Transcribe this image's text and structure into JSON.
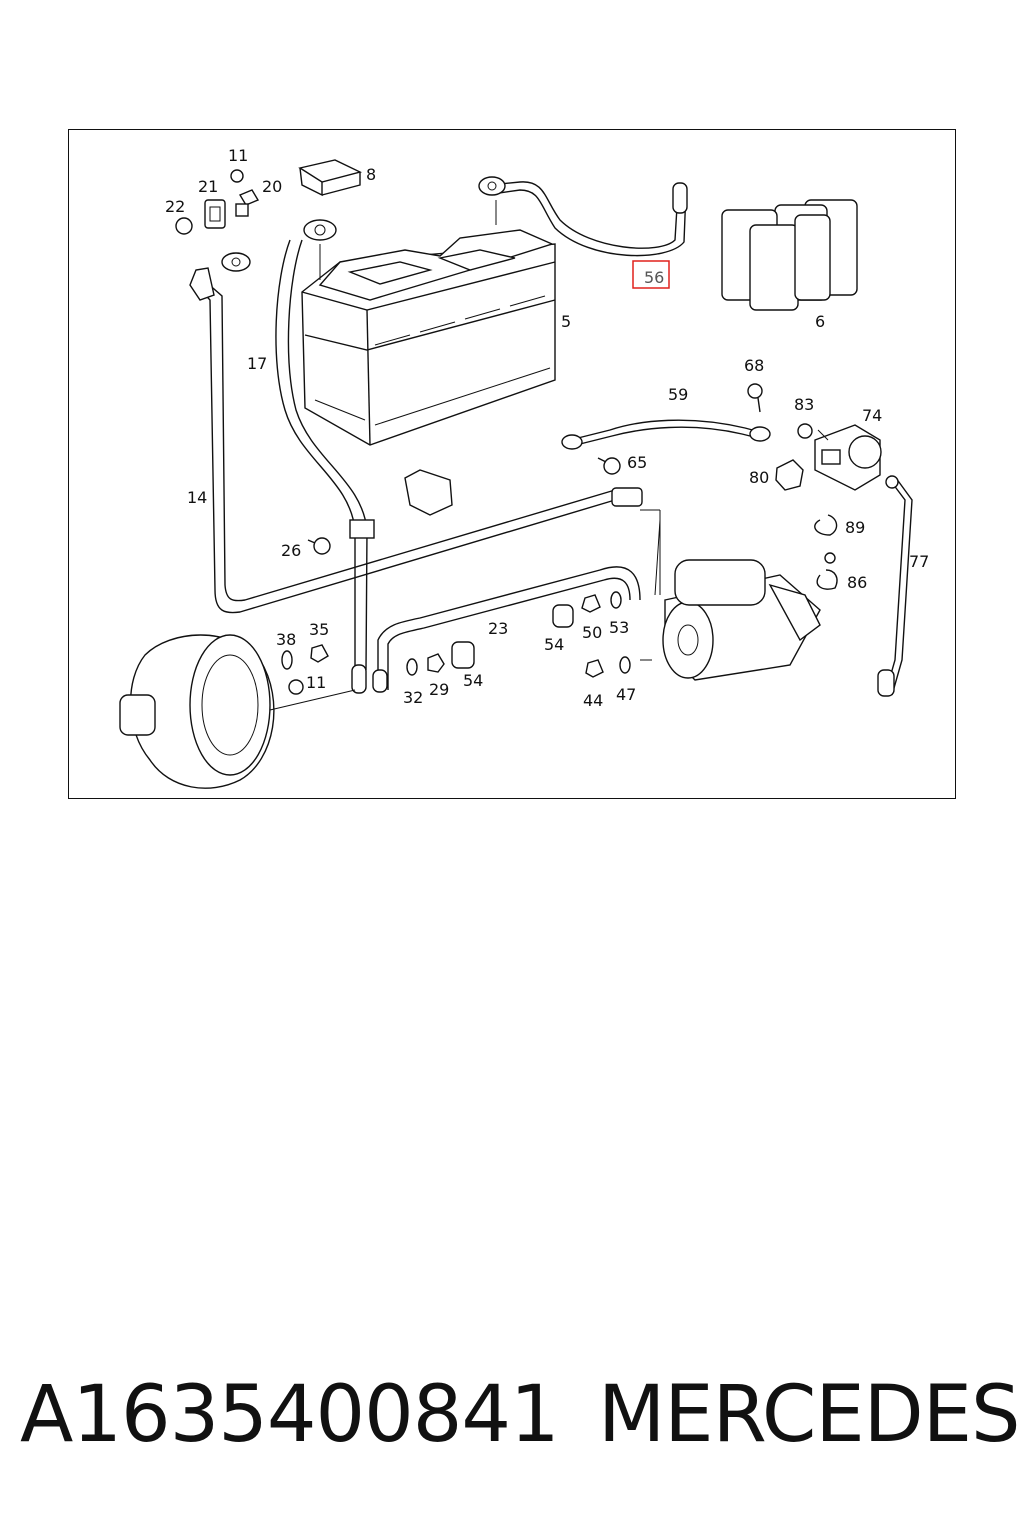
{
  "diagram": {
    "callouts": [
      "11",
      "20",
      "21",
      "22",
      "8",
      "56",
      "5",
      "6",
      "17",
      "68",
      "59",
      "83",
      "74",
      "65",
      "80",
      "14",
      "89",
      "26",
      "77",
      "86",
      "38",
      "35",
      "23",
      "54",
      "50",
      "53",
      "11",
      "32",
      "29",
      "54",
      "44",
      "47"
    ],
    "highlighted_callout": "56",
    "highlight_color": "#e0201c"
  },
  "footer": {
    "part_number": "A1635400841",
    "brand": "MERCEDES"
  }
}
